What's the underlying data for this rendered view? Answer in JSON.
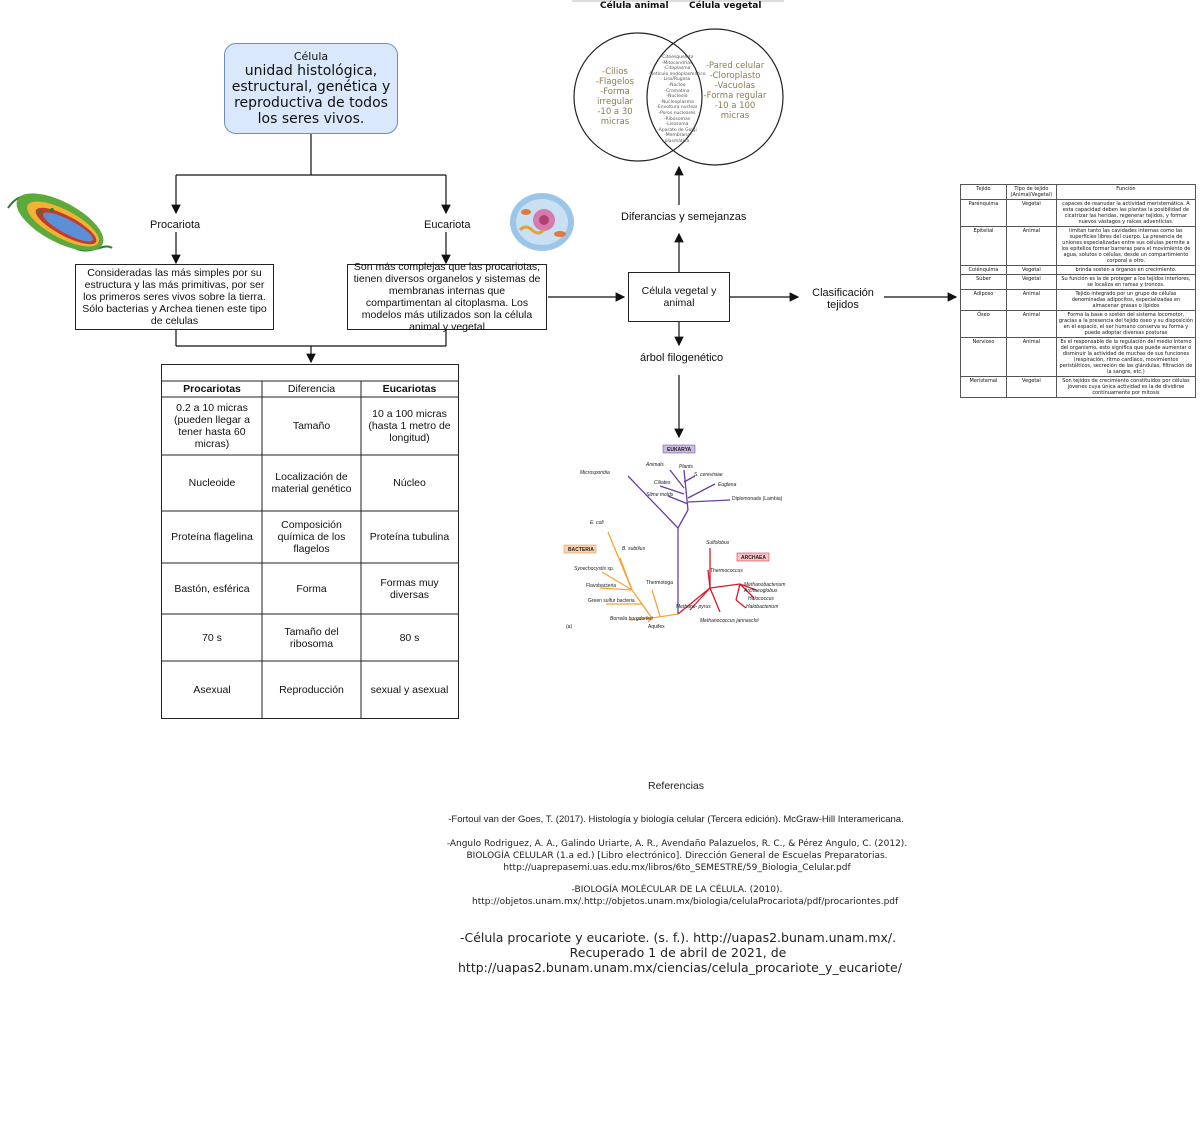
{
  "root": {
    "title": "Célula",
    "definition": "unidad histológica, estructural, genética y reproductiva de todos los seres vivos."
  },
  "branches": {
    "prokaryote": {
      "label": "Procariota",
      "description": "Consideradas las más simples por su estructura y las más primitivas, por ser los primeros seres vivos sobre la tierra. Sólo bacterias y Archea tienen este tipo de celulas"
    },
    "eukaryote": {
      "label": "Eucariota",
      "description": "Son más complejas que las procariotas, tienen diversos organelos y sistemas de membranas internas que compartimentan al citoplasma. Los modelos más utilizados son la célula animal y vegetal"
    }
  },
  "comparison": {
    "headers": [
      "Procariotas",
      "Diferencia",
      "Eucariotas"
    ],
    "rows": [
      {
        "pro": "0.2 a 10 micras (pueden llegar a tener hasta 60 micras)",
        "diff": "Tamaño",
        "eu": "10 a 100 micras (hasta 1 metro de longitud)"
      },
      {
        "pro": "Nucleoide",
        "diff": "Localización de material genético",
        "eu": "Núcleo"
      },
      {
        "pro": "Proteína flagelina",
        "diff": "Composición química de los flagelos",
        "eu": "Proteína tubulina"
      },
      {
        "pro": "Bastón, esférica",
        "diff": "Forma",
        "eu": "Formas muy diversas"
      },
      {
        "pro": "70 s",
        "diff": "Tamaño del ribosoma",
        "eu": "80 s"
      },
      {
        "pro": "Asexual",
        "diff": "Reproducción",
        "eu": "sexual y asexual"
      }
    ]
  },
  "center": {
    "plant_animal": "Célula vegetal y animal",
    "differences": "Diferancias y semejanzas",
    "tree": "árbol filogenético",
    "tissues": "Clasificación tejidos"
  },
  "venn": {
    "left_title": "Célula animal",
    "right_title": "Célula vegetal",
    "left_items": [
      "-Cilios",
      "-Flagelos",
      "-Forma",
      "irregular",
      "-10 a 30 micras"
    ],
    "right_items": [
      "-Pared celular",
      "-Cloroplasto",
      "-Vacuolas",
      "-Forma regular",
      "-10 a 100 micras"
    ],
    "shared_items": [
      "-Citoesqueleto",
      "-Mitocondrias",
      "-Citoplasma",
      "-Retículo endoplasmatico",
      "Liso/Rugoso",
      "-Núcleo",
      "-Cromatina",
      "-Nucleolo",
      "-Nucleoplasma",
      "-Envoltura nuclear",
      "-Poros nucleares",
      "-Ribosomas",
      "-Lisosoma",
      "-Aparato de Golgi",
      "-Membrana",
      "plasmática"
    ]
  },
  "tree": {
    "domains": [
      "EUKARYA",
      "BACTERIA",
      "ARCHAEA"
    ],
    "eukarya_taxa": [
      "Animals",
      "Plants",
      "S. cerevisiae",
      "Microsporidia",
      "Ciliates",
      "Euglena",
      "Slime molds",
      "Diplomonads (Lambia)"
    ],
    "bacteria_taxa": [
      "E. coli",
      "B. subtilus",
      "Synechocystis sp.",
      "Flavobacteria",
      "Thermotoga",
      "Green sulfur bacteria",
      "Borrelia burgdorferi",
      "Aquifex"
    ],
    "archaea_taxa": [
      "Sulfolobus",
      "Thermococcus",
      "Methanobacterium",
      "Archaeoglobus",
      "Halococcus",
      "Halobacterium",
      "Methano- pyrus",
      "Methanococcus jannaschii"
    ],
    "panel": "(a)",
    "colors": {
      "eukarya": "#6a3fa0",
      "bacteria": "#f5a43a",
      "archaea": "#d7192c"
    }
  },
  "tissue_table": {
    "headers": [
      "Tejido",
      "Tipo de tejido (Animal/Vegetal)",
      "Función"
    ],
    "rows": [
      {
        "name": "Parénquima",
        "type": "Vegetal",
        "fn": "capaces de reanudar la actividad meristemática. A esta capacidad deben las plantas la posibilidad de cicatrizar las heridas, regenerar tejidos, y formar nuevos vástagos y raíces adventicias."
      },
      {
        "name": "Epitelial",
        "type": "Animal",
        "fn": "limitan tanto las cavidades internas como las superficies libres del cuerpo. La presencia de uniones especializadas entre sus células permite a los epitelios formar barreras para el movimiento de agua, solutos o células, desde un compartimiento corporal a otro."
      },
      {
        "name": "Colénquima",
        "type": "Vegetal",
        "fn": "brinda sostén a órganos en crecimiento."
      },
      {
        "name": "Súber",
        "type": "Vegetal",
        "fn": "Su función es la de proteger a los tejidos interiores, se localiza en ramas y troncos."
      },
      {
        "name": "Adiposo",
        "type": "Animal",
        "fn": "Tejido integrado por un grupo de células denominadas adipocitos, especializadas en almacenar grasas o lípidos"
      },
      {
        "name": "Óseo",
        "type": "Animal",
        "fn": "Forma la base o sostén del sistema locomotor, gracias a la presencia del tejido óseo y su disposición en el espacio, el ser humano conserva su forma y puede adoptar diversas posturas"
      },
      {
        "name": "Nervioso",
        "type": "Animal",
        "fn": "Es el responsable de la regulación del medio interno del organismo, esto significa que puede aumentar o disminuir la actividad de muchas de sus funciones (respiración, ritmo cardiaco, movimientos peristálticos, secreción de las glándulas, filtración de la sangre, etc.)"
      },
      {
        "name": "Meristemal",
        "type": "Vegetal",
        "fn": "Son tejidos de crecimiento constituidos por células jóvenes cuya única actividad es la de dividirse continuamente por mitosis"
      }
    ]
  },
  "references": {
    "title": "Referencias",
    "ref1": "-Fortoul van der Goes, T. (2017). Histología y biología celular (Tercera edición). McGraw-Hill Interamericana.",
    "ref2": "-Angulo Rodriguez, A. A., Galindo Uriarte, A. R., Avendaño Palazuelos, R. C., & Pérez Angulo, C. (2012). BIOLOGÍA CELULAR (1.a ed.) [Libro electrónico]. Dirección General de Escuelas Preparatorias. http://uaprepasemi.uas.edu.mx/libros/6to_SEMESTRE/59_Biologia_Celular.pdf",
    "ref3": "-BIOLOGÍA MOLÉCULAR DE LA CÉLULA. (2010). http://objetos.unam.mx/.http://objetos.unam.mx/biologia/celulaProcariota/pdf/procariontes.pdf",
    "ref4": "-Célula procariote y eucariote. (s. f.). http://uapas2.bunam.unam.mx/. Recuperado 1 de abril de 2021, de http://uapas2.bunam.unam.mx/ciencias/celula_procariote_y_eucariote/"
  }
}
